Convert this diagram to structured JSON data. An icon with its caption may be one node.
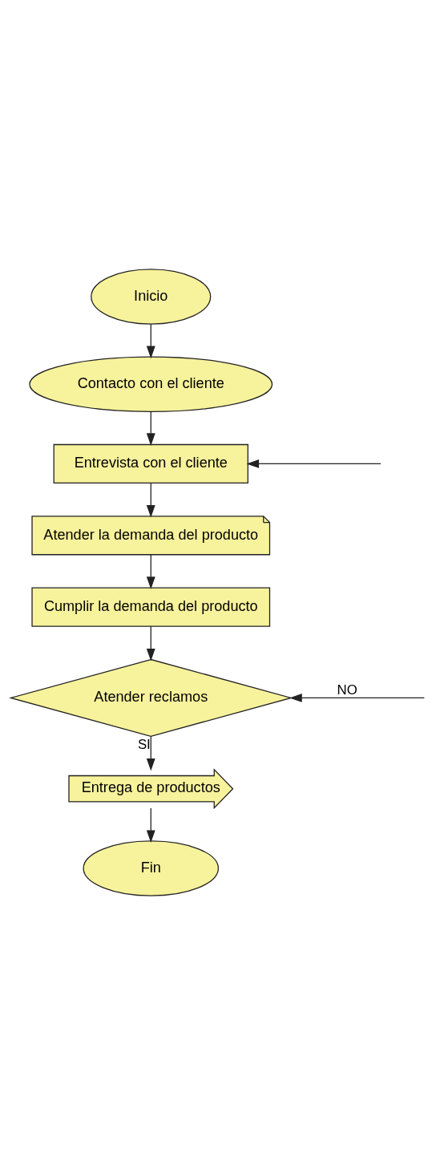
{
  "diagram": {
    "nodes": [
      {
        "text": [
          "Inicio"
        ]
      },
      {
        "text": [
          "Contacto con el cliente"
        ]
      },
      {
        "text": [
          "Entrevista con el cliente"
        ]
      },
      {
        "text": [
          "Atender la demanda del producto"
        ]
      },
      {
        "text": [
          "Cumplir la demanda del producto"
        ]
      },
      {
        "text": [
          "Atender reclamos"
        ]
      },
      {
        "text": [
          "Entrega de productos"
        ]
      },
      {
        "text": [
          "Fin"
        ]
      }
    ],
    "edges": [
      {
        "from": 0,
        "to": 1,
        "arrow": "to"
      },
      {
        "from": 1,
        "to": 2,
        "arrow": "to"
      },
      {
        "from": null,
        "to": 2,
        "arrow": "to"
      },
      {
        "from": 2,
        "to": 3,
        "arrow": "to"
      },
      {
        "from": 3,
        "to": 4,
        "arrow": "to"
      },
      {
        "from": 4,
        "to": 5,
        "arrow": "to"
      },
      {
        "from": null,
        "to": 5,
        "arrow": "to",
        "label": "NO"
      },
      {
        "from": 5,
        "to": 6,
        "arrow": "to",
        "label": "SI"
      },
      {
        "from": 6,
        "to": 7,
        "arrow": "to"
      }
    ]
  }
}
